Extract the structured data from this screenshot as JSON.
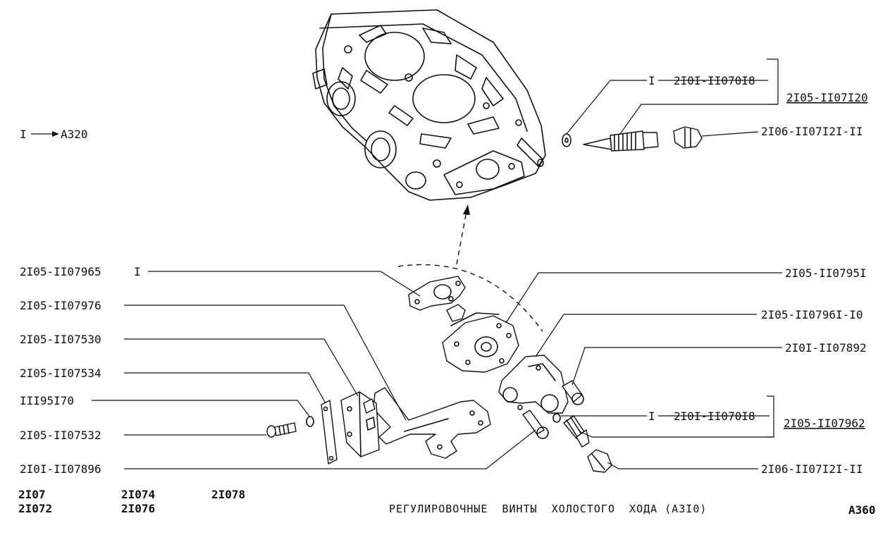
{
  "crossref": {
    "marker": "I",
    "target": "A320"
  },
  "labels": {
    "l_2101_1107018_top": {
      "prefix": "I",
      "text": "2I0I-II070I8"
    },
    "l_2105_1107120": "2I05-II07I20",
    "l_2106_1107121_top": "2I06-II07I2I-II",
    "l_2105_1107965": {
      "text": "2I05-II07965",
      "suffix": "I"
    },
    "l_2105_1107951": "2I05-II0795I",
    "l_2105_1107976": "2I05-II07976",
    "l_2105_1107961": "2I05-II0796I-I0",
    "l_2105_1107530": "2I05-II07530",
    "l_2101_1107892": "2I0I-II07892",
    "l_2105_1107534": "2I05-II07534",
    "l_1119170": "III95I70",
    "l_2101_1107018_bot": {
      "prefix": "I",
      "text": "2I0I-II070I8"
    },
    "l_2105_1107962": "2I05-II07962",
    "l_2105_1107532": "2I05-II07532",
    "l_2101_1107896": "2I0I-II07896",
    "l_2106_1107121_bot": "2I06-II07I2I-II"
  },
  "footer": {
    "models": [
      "2I07",
      "2I072",
      "2I074",
      "2I076",
      "2I078"
    ],
    "title": "РЕГУЛИРОВОЧНЫЕ  ВИНТЫ  ХОЛОСТОГО  ХОДА (А3I0)",
    "page_code": "А360"
  }
}
